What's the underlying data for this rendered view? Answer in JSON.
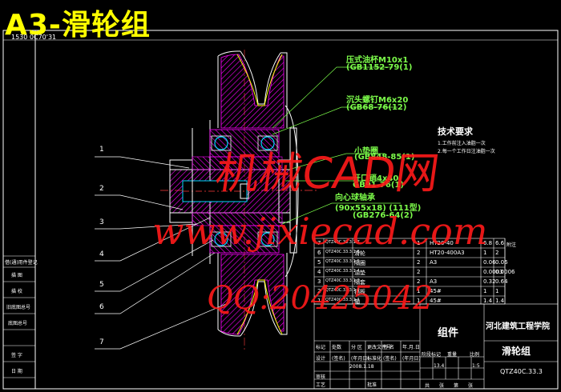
{
  "drawing": {
    "title": "A3-滑轮组",
    "corner_code": "1530 0C70'31"
  },
  "watermark": {
    "line1": "机械CAD网",
    "line2": "www.jixiecad.com",
    "line3": "QQ:20425042"
  },
  "callouts": [
    "1",
    "2",
    "3",
    "4",
    "5",
    "6",
    "7"
  ],
  "green_labels": [
    "压式油杯M10x1",
    "(GB1152-79(1)",
    "沉头螺钉M6x20",
    "(GB68-76(12)",
    "小垫圈",
    "(GB848-85(1)",
    "开口销4x40",
    "GB91-76(1)",
    "向心球轴承",
    "(90x55x18) (111型)",
    "(GB276-64(2)"
  ],
  "tech_requirements": {
    "heading": "技术要求",
    "line1": "1.工作前注入油脂一次",
    "line2": "2.每一个工作日注油脂一次"
  },
  "left_block": [
    "借(通)用件登记",
    "描 图",
    "描 校",
    "旧底图总号",
    "底图总号",
    "签 字",
    "日 期"
  ],
  "bom_rows": [
    {
      "no": "7",
      "code": "QTZ40C.33.3.1-7",
      "name": "",
      "qty": "1",
      "material": "HT20-40",
      "w1": "6.8",
      "w2": "6.6"
    },
    {
      "no": "6",
      "code": "QTZ40C.33.3.1-6",
      "name": "滑轮",
      "qty": "2",
      "material": "HT20-400A3",
      "w1": "1",
      "w2": "2"
    },
    {
      "no": "5",
      "code": "QTZ40C.33.3.1-5",
      "name": "隔圈",
      "qty": "2",
      "material": "A3",
      "w1": "0.06",
      "w2": "0.06"
    },
    {
      "no": "4",
      "code": "QTZ40C.33.3.1-4",
      "name": "油垫",
      "qty": "2",
      "material": "",
      "w1": "0.0003",
      "w2": "0.0006"
    },
    {
      "no": "3",
      "code": "QTZ40C.33.3.1-3",
      "name": "隔套",
      "qty": "2",
      "material": "A3",
      "w1": "0.32",
      "w2": "0.64"
    },
    {
      "no": "2",
      "code": "QTZ40C.33.3.1-2",
      "name": "挡板",
      "qty": "1",
      "material": "45#",
      "w1": "1",
      "w2": "1"
    },
    {
      "no": "1",
      "code": "QTZ40C.33.3.1-1",
      "name": "轴",
      "qty": "1",
      "material": "45#",
      "w1": "1.4",
      "w2": "1.4"
    }
  ],
  "bom_last_note": "附注",
  "title_block": {
    "assembly": "组件",
    "school": "河北建筑工程学院",
    "drawing_name": "滑轮组",
    "drawing_no": "QTZ40C.33.3",
    "mass": "13.4",
    "scale": "1:5",
    "head_cols": [
      "标记",
      "处数",
      "分 区",
      "更改文件号",
      "签 名",
      "年.月.日"
    ],
    "design_row": [
      "设计",
      "(签名)",
      "(年月日)",
      "标准化",
      "(签名)",
      "(年月日)"
    ],
    "review_row": [
      "审核",
      "",
      "",
      "",
      "",
      ""
    ],
    "process_row": [
      "工艺",
      "",
      "",
      "批准",
      "",
      ""
    ],
    "date_text": "2008.1.18",
    "bottom": [
      "共",
      "张",
      "第",
      "张"
    ],
    "stage": "阶段标记",
    "mass_label": "重量",
    "scale_label": "比例"
  },
  "colors": {
    "frame": "#ffffff",
    "green": "#7cfc4a",
    "red": "#ff1a1a",
    "cyan": "#00d8ff",
    "yellow": "#ffff00",
    "magenta": "#ff00ff"
  }
}
